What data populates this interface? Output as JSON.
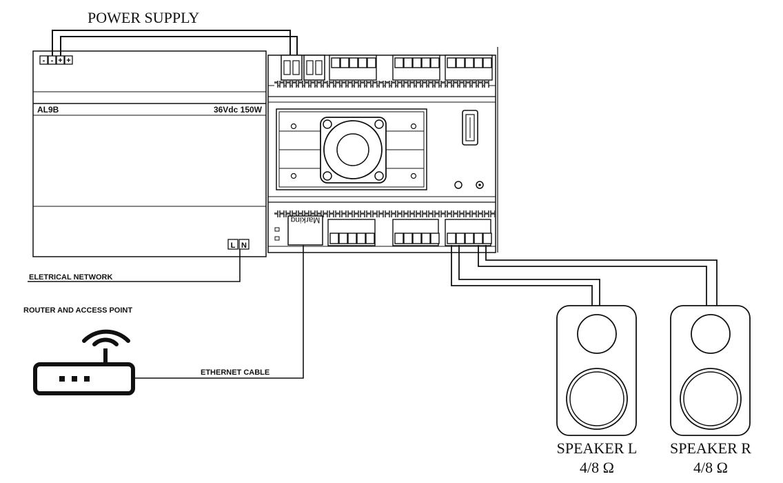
{
  "diagram": {
    "title": "POWER SUPPLY",
    "power_supply": {
      "model": "AL9B",
      "rating": "36Vdc 150W",
      "terminals_dc": [
        "-",
        "-",
        "+",
        "+"
      ],
      "terminals_ac": [
        "L",
        "N"
      ]
    },
    "amplifier": {
      "brand_text": "Marking"
    },
    "labels": {
      "electrical_network": "ELETRICAL NETWORK",
      "router": "ROUTER AND ACCESS POINT",
      "ethernet_cable": "ETHERNET CABLE"
    },
    "speakers": [
      {
        "name": "SPEAKER L",
        "impedance": "4/8 Ω"
      },
      {
        "name": "SPEAKER R",
        "impedance": "4/8 Ω"
      }
    ]
  }
}
